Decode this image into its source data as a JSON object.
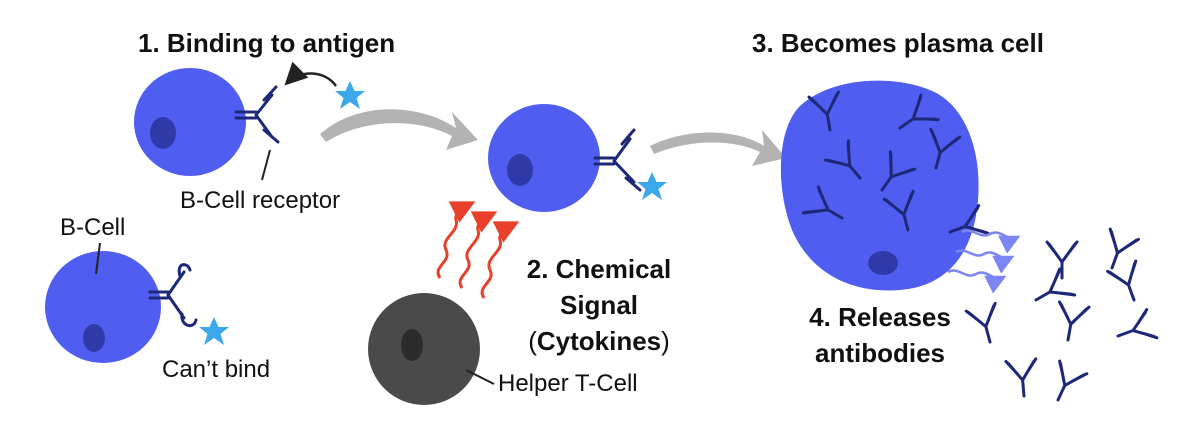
{
  "steps": {
    "step1": "1. Binding to antigen",
    "step2_line1": "2. Chemical",
    "step2_line2": "Signal",
    "step2_open": "(",
    "step2_keyword": "Cytokines",
    "step2_close": ")",
    "step3": "3. Becomes plasma cell",
    "step4_line1": "4. Releases",
    "step4_line2": "antibodies"
  },
  "labels": {
    "receptor": "B-Cell receptor",
    "bcell": "B-Cell",
    "cant_bind": "Can’t bind",
    "helper": "Helper T-Cell"
  },
  "colors": {
    "cell": "#4f5ef0",
    "nucleus": "#2f3aa8",
    "antibody": "#1d2878",
    "antigen": "#3aa8ea",
    "helper_cell": "#4a4a4a",
    "signal": "#e8402a",
    "arrow": "#b3b3b3"
  }
}
